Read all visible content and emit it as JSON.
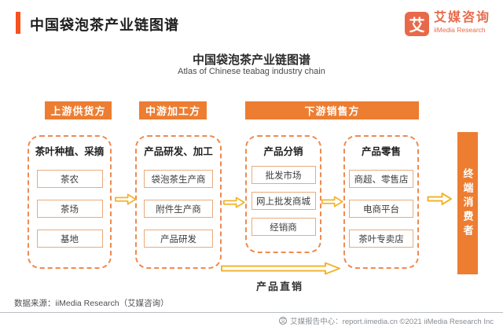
{
  "header": {
    "title": "中国袋泡茶产业链图谱"
  },
  "logo": {
    "glyph": "艾",
    "name_cn": "艾媒咨询",
    "name_en": "iiMedia Research"
  },
  "diagram": {
    "title": "中国袋泡茶产业链图谱",
    "subtitle": "Atlas of Chinese teabag industry chain",
    "stages": [
      {
        "label": "上游供货方"
      },
      {
        "label": "中游加工方"
      },
      {
        "label": "下游销售方"
      }
    ],
    "columns": [
      {
        "header": "茶叶种植、采摘",
        "items": [
          "茶农",
          "茶场",
          "基地"
        ]
      },
      {
        "header": "产品研发、加工",
        "items": [
          "袋泡茶生产商",
          "附件生产商",
          "产品研发"
        ]
      },
      {
        "header": "产品分销",
        "items": [
          "批发市场",
          "网上批发商城",
          "经销商"
        ]
      },
      {
        "header": "产品零售",
        "items": [
          "商超、零售店",
          "电商平台",
          "茶叶专卖店"
        ]
      }
    ],
    "end_consumer": "终端消费者",
    "direct_sales_label": "产品直销",
    "flow_arrow_icon": "hollow-right-arrow"
  },
  "source": "数据来源：iiMedia Research（艾媒咨询）",
  "footer": {
    "logo_glyph": "艾",
    "text": "艾媒报告中心：report.iimedia.cn  ©2021  iiMedia Research Inc"
  },
  "colors": {
    "accent_title_bar": "#f8511d",
    "brand_orange": "#e8694a",
    "diagram_orange": "#ed7d31",
    "dashed_border": "#ee8b52",
    "node_border": "#e9aa7e",
    "arrow_gold": "#f2b42c",
    "footer_gray": "#878c91"
  }
}
